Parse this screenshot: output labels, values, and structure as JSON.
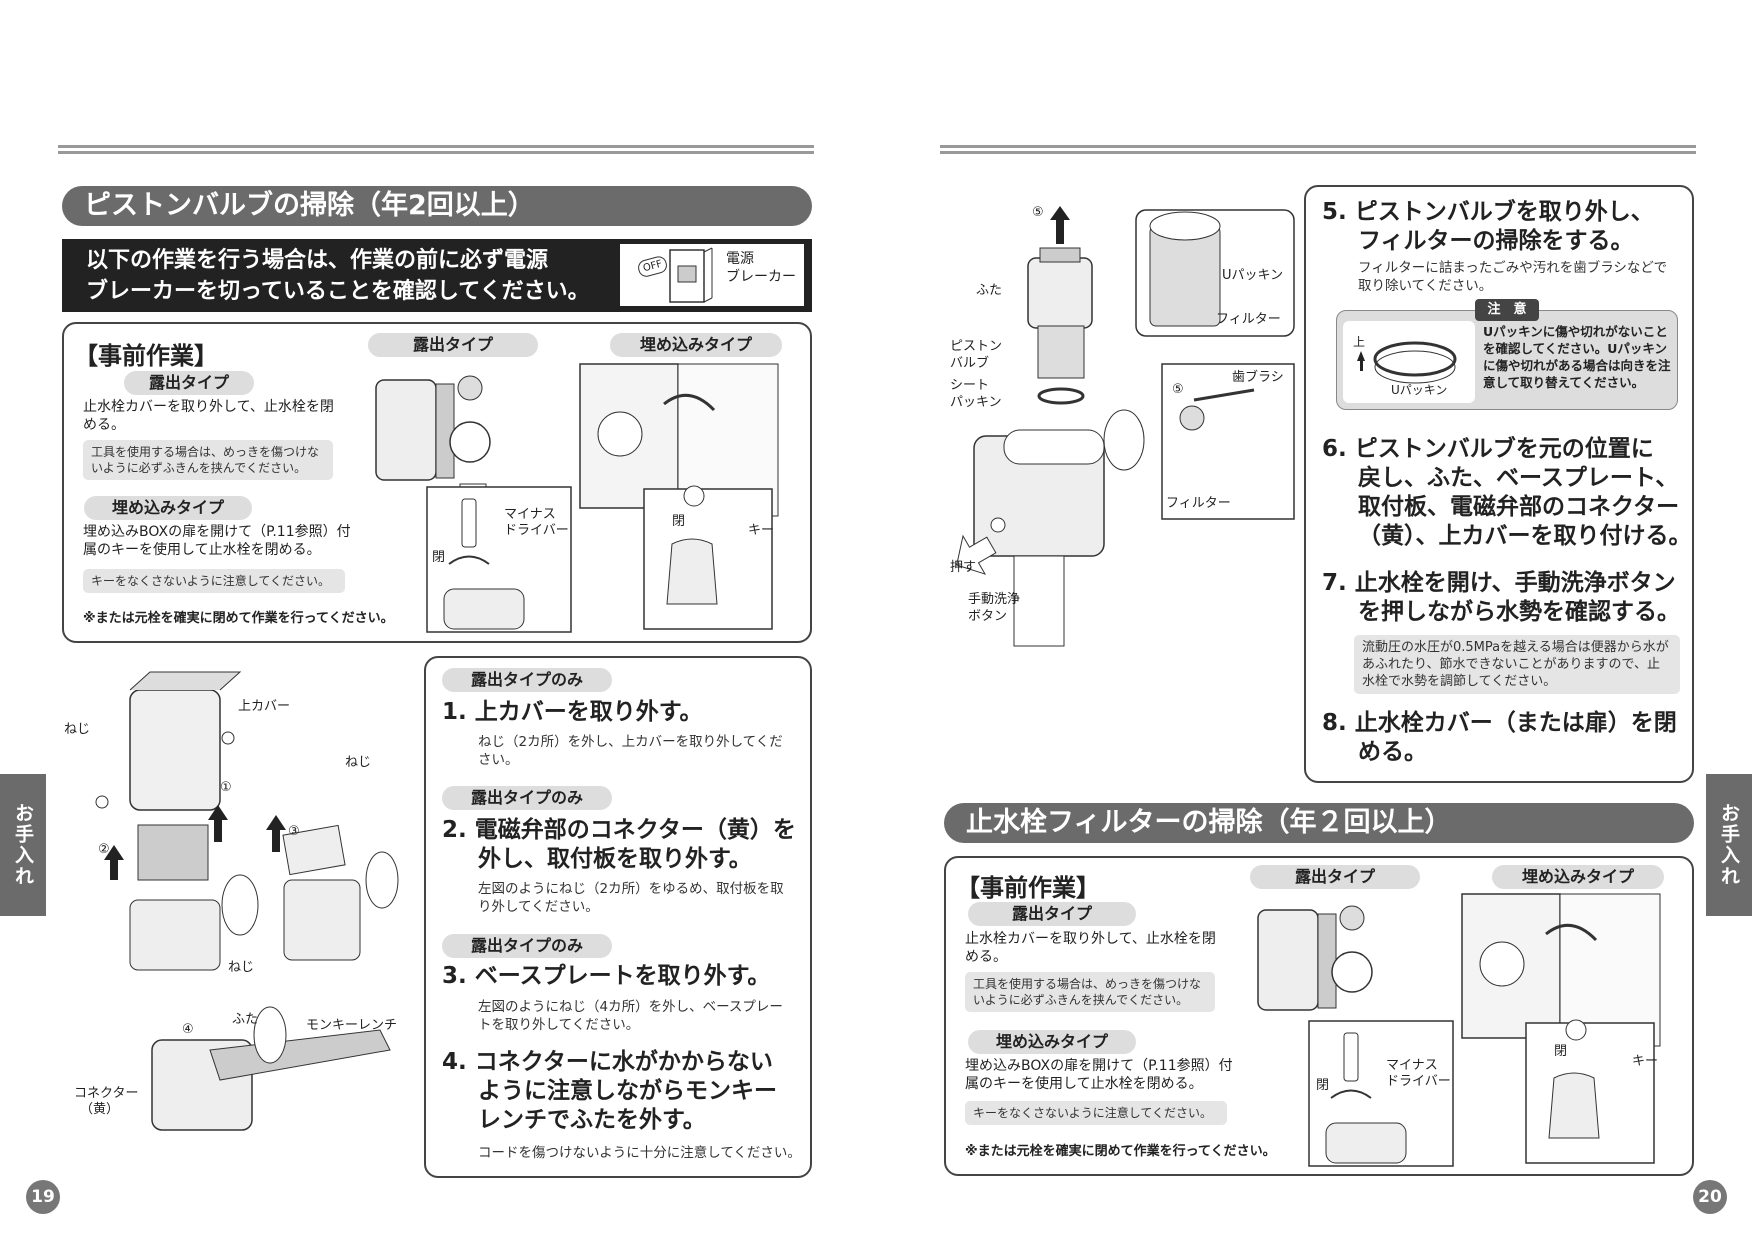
{
  "left": {
    "section_title": "ピストンバルブの掃除（年2回以上）",
    "warning": {
      "line1": "以下の作業を行う場合は、作業の前に必ず電源",
      "line2": "ブレーカーを切っていることを確認してください。",
      "fig_label1": "電源",
      "fig_label2": "ブレーカー",
      "fig_off": "OFF"
    },
    "prep": {
      "title": "【事前作業】",
      "exposed_pill": "露出タイプ",
      "exposed_text": "止水栓カバーを取り外して、止水栓を閉める。",
      "exposed_note": "工具を使用する場合は、めっきを傷つけないように必ずふきんを挟んでください。",
      "embedded_pill": "埋め込みタイプ",
      "embedded_text": "埋め込みBOXの扉を開けて（P.11参照）付属のキーを使用して止水栓を閉める。",
      "embedded_note": "キーをなくさないように注意してください。",
      "footnote": "※または元栓を確実に閉めて作業を行ってください。",
      "fig_exposed_pill": "露出タイプ",
      "fig_embedded_pill": "埋め込みタイプ",
      "lbl_minus": "マイナス",
      "lbl_driver": "ドライバー",
      "lbl_close": "閉",
      "lbl_close2": "閉",
      "lbl_key": "キー"
    },
    "figs": {
      "top_cover": "上カバー",
      "screw1": "ねじ",
      "screw2": "ねじ",
      "screw3": "ねじ",
      "c1": "①",
      "c2": "②",
      "c3": "③",
      "c4": "④",
      "lid": "ふた",
      "wrench": "モンキーレンチ",
      "connector": "コネクター",
      "yellow": "（黄）"
    },
    "steps": [
      {
        "pill": "露出タイプのみ",
        "num": "1.",
        "title1": "上カバーを取り外す。",
        "sub": "ねじ（2カ所）を外し、上カバーを取り外してください。"
      },
      {
        "pill": "露出タイプのみ",
        "num": "2.",
        "title1": "電磁弁部のコネクター（黄）を",
        "title2": "外し、取付板を取り外す。",
        "sub": "左図のようにねじ（2カ所）をゆるめ、取付板を取り外してください。"
      },
      {
        "pill": "露出タイプのみ",
        "num": "3.",
        "title1": "ベースプレートを取り外す。",
        "sub": "左図のようにねじ（4カ所）を外し、ベースプレートを取り外してください。"
      },
      {
        "num": "4.",
        "title1": "コネクターに水がかからない",
        "title2": "ように注意しながらモンキー",
        "title3": "レンチでふたを外す。",
        "sub": "コードを傷つけないように十分に注意してください。"
      }
    ],
    "side_tab": "お手入れ",
    "page": "19"
  },
  "right": {
    "figs": {
      "c5a": "⑤",
      "c5b": "⑤",
      "lid": "ふた",
      "piston1": "ピストン",
      "piston2": "バルブ",
      "seat1": "シート",
      "seat2": "パッキン",
      "push": "押す",
      "manual1": "手動洗浄",
      "manual2": "ボタン",
      "upacking": "Uパッキン",
      "filter": "フィルター",
      "brush": "歯ブラシ",
      "filter2": "フィルター"
    },
    "step5": {
      "num": "5.",
      "title1": "ピストンバルブを取り外し、",
      "title2": "フィルターの掃除をする。",
      "sub": "フィルターに詰まったごみや汚れを歯ブラシなどで取り除いてください。"
    },
    "caution": {
      "label": "注　意",
      "up": "上",
      "upacking": "Uパッキン",
      "text": "Uパッキンに傷や切れがないことを確認してください。Uパッキンに傷や切れがある場合は向きを注意して取り替えてください。"
    },
    "step6": {
      "num": "6.",
      "title1": "ピストンバルブを元の位置に",
      "title2": "戻し、ふた、ベースプレート、",
      "title3": "取付板、電磁弁部のコネクター",
      "title4": "（黄）、上カバーを取り付ける。"
    },
    "step7": {
      "num": "7.",
      "title1": "止水栓を開け、手動洗浄ボタン",
      "title2": "を押しながら水勢を確認する。",
      "note": "流動圧の水圧が0.5MPaを越える場合は便器から水があふれたり、節水できないことがありますので、止水栓で水勢を調節してください。"
    },
    "step8": {
      "num": "8.",
      "title1": "止水栓カバー（または扉）を閉",
      "title2": "める。"
    },
    "section_title": "止水栓フィルターの掃除（年２回以上）",
    "prep": {
      "title": "【事前作業】",
      "exposed_pill": "露出タイプ",
      "exposed_text": "止水栓カバーを取り外して、止水栓を閉める。",
      "exposed_note": "工具を使用する場合は、めっきを傷つけないように必ずふきんを挟んでください。",
      "embedded_pill": "埋め込みタイプ",
      "embedded_text": "埋め込みBOXの扉を開けて（P.11参照）付属のキーを使用して止水栓を閉める。",
      "embedded_note": "キーをなくさないように注意してください。",
      "footnote": "※または元栓を確実に閉めて作業を行ってください。",
      "fig_exposed_pill": "露出タイプ",
      "fig_embedded_pill": "埋め込みタイプ",
      "lbl_minus": "マイナス",
      "lbl_driver": "ドライバー",
      "lbl_close": "閉",
      "lbl_close2": "閉",
      "lbl_key": "キー"
    },
    "side_tab": "お手入れ",
    "page": "20"
  }
}
